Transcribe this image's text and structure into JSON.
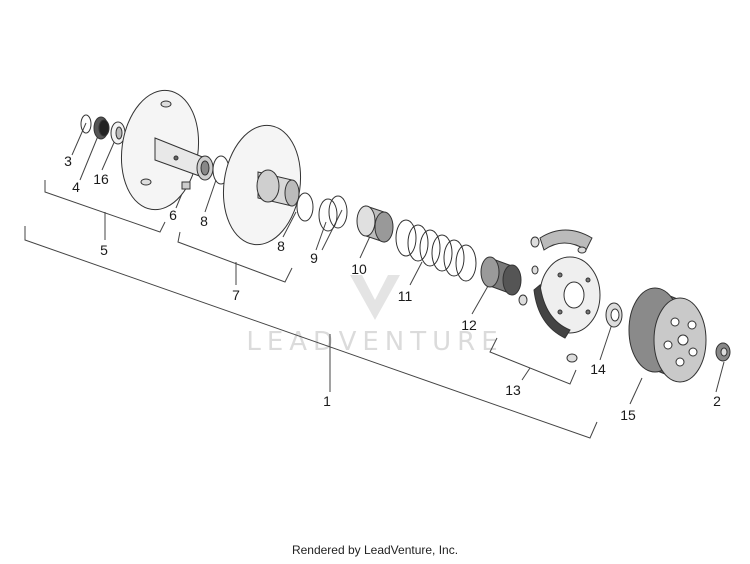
{
  "watermark": {
    "text": "LEADVENTURE"
  },
  "footer": {
    "text": "Rendered by LeadVenture, Inc."
  },
  "callouts": [
    "1",
    "2",
    "3",
    "4",
    "5",
    "6",
    "7",
    "8",
    "8",
    "9",
    "10",
    "11",
    "12",
    "13",
    "14",
    "15",
    "16"
  ],
  "colors": {
    "ink": "#333333",
    "part_fill": "#f3f3f3",
    "shade": "#a8a8a8",
    "watermark": "#d8d8d8"
  }
}
